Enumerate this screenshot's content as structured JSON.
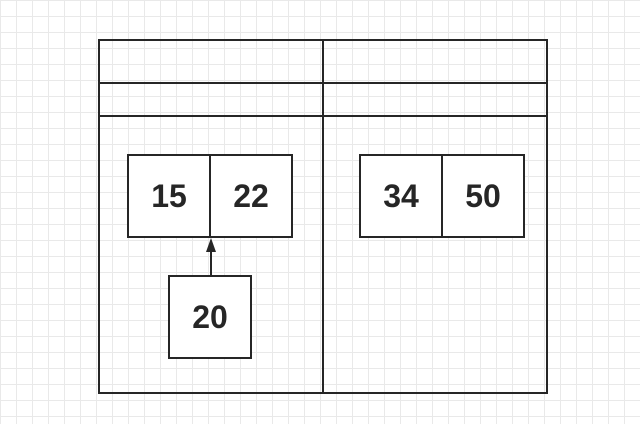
{
  "left_node": {
    "keys": [
      "15",
      "22"
    ]
  },
  "right_node": {
    "keys": [
      "34",
      "50"
    ]
  },
  "inserted_node": {
    "key": "20"
  },
  "colors": {
    "stroke": "#262626",
    "grid": "#e9e9e9",
    "background": "#ffffff"
  }
}
